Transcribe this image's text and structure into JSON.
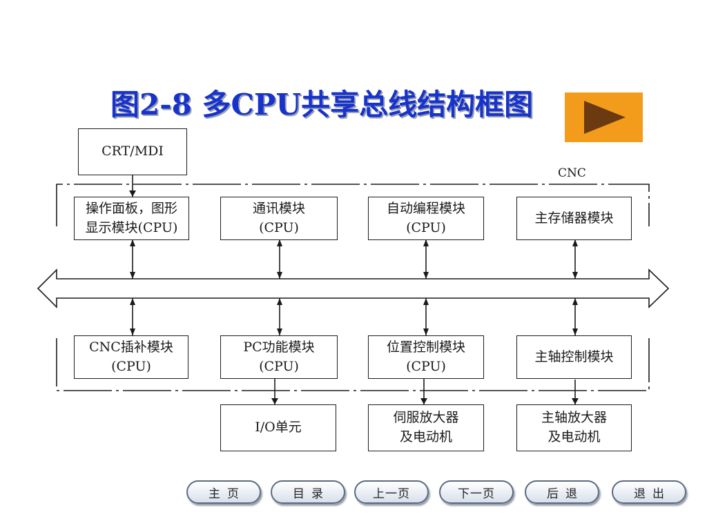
{
  "title": "图2-8  多CPU共享总线结构框图",
  "cnc_label": "CNC",
  "external_top": {
    "line1": "CRT/MDI"
  },
  "upper_modules": [
    {
      "line1": "操作面板，图形",
      "line2": "显示模块(CPU)"
    },
    {
      "line1": "通讯模块",
      "line2": "(CPU)"
    },
    {
      "line1": "自动编程模块",
      "line2": "(CPU)"
    },
    {
      "line1": "主存储器模块",
      "line2": ""
    }
  ],
  "lower_modules": [
    {
      "line1": "CNC插补模块",
      "line2": "(CPU)"
    },
    {
      "line1": "PC功能模块",
      "line2": "(CPU)"
    },
    {
      "line1": "位置控制模块",
      "line2": "(CPU)"
    },
    {
      "line1": "主轴控制模块",
      "line2": ""
    }
  ],
  "external_bottom": [
    {
      "line1": "I/O单元",
      "line2": ""
    },
    {
      "line1": "伺服放大器",
      "line2": "及电动机"
    },
    {
      "line1": "主轴放大器",
      "line2": "及电动机"
    }
  ],
  "nav": {
    "home": "主页",
    "contents": "目录",
    "prev": "上一页",
    "next": "下一页",
    "back": "后退",
    "exit": "退出"
  },
  "colors": {
    "title": "#1733cc",
    "play_button": "#f39c1c",
    "play_arrow": "#6b3a10",
    "lines": "#1a1a1a"
  },
  "icons": {
    "play": "play-triangle-icon"
  }
}
